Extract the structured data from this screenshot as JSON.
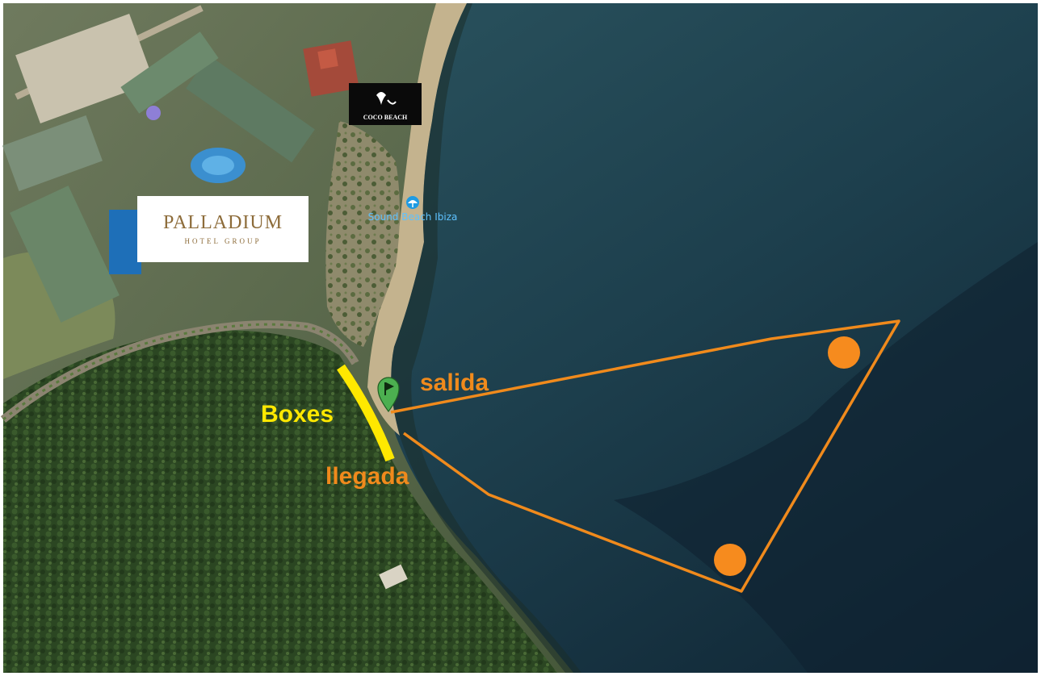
{
  "map": {
    "colors": {
      "sea_deep": "#0f2a3a",
      "sea_shallow": "#2f5a64",
      "forest": "#2d4a22",
      "beach": "#cbb996",
      "route": "#f08a1c",
      "boxes": "#ffe800",
      "buoy": "#f68b1e",
      "flag": "#4caf50"
    },
    "labels": {
      "start": "salida",
      "finish": "llegada",
      "boxes": "Boxes"
    },
    "poi": {
      "beach_name": "Sound Beach Ibiza",
      "beach_icon": "beach-umbrella-icon",
      "marker_icon": "flag-marker-icon"
    },
    "logos": {
      "coco_beach": "COCO BEACH",
      "palladium_line1": "PALLADIUM",
      "palladium_line2": "HOTEL GROUP"
    },
    "buoys": [
      {
        "name": "buoy-top"
      },
      {
        "name": "buoy-bottom"
      }
    ]
  }
}
